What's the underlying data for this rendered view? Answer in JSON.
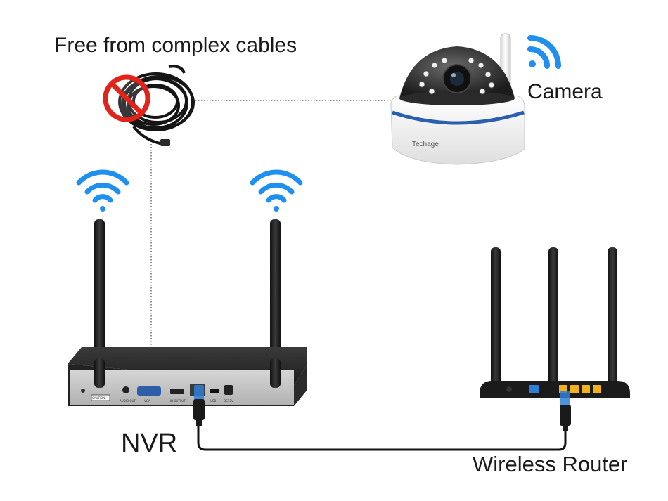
{
  "labels": {
    "cables": "Free from complex cables",
    "camera": "Camera",
    "nvr": "NVR",
    "router": "Wireless Router"
  },
  "camera_brand": "Techage",
  "nvr_ports": {
    "caution": "CAUTION",
    "audio_out": "AUDIO OUT",
    "vga": "VGA",
    "hd_output": "HD OUTPUT",
    "usb": "USB",
    "dc": "DC12V"
  },
  "icons": [
    "wifi-icon",
    "no-cable-icon",
    "ethernet-plug-icon",
    "antenna-icon"
  ],
  "colors": {
    "wifi": "#1f8ff0",
    "prohibit": "#e2231a",
    "camera_ring": "#2a5fb0",
    "router_lan": "#f2b21a",
    "router_wan": "#2f7fd8",
    "device_dark": "#1b1b1b"
  }
}
